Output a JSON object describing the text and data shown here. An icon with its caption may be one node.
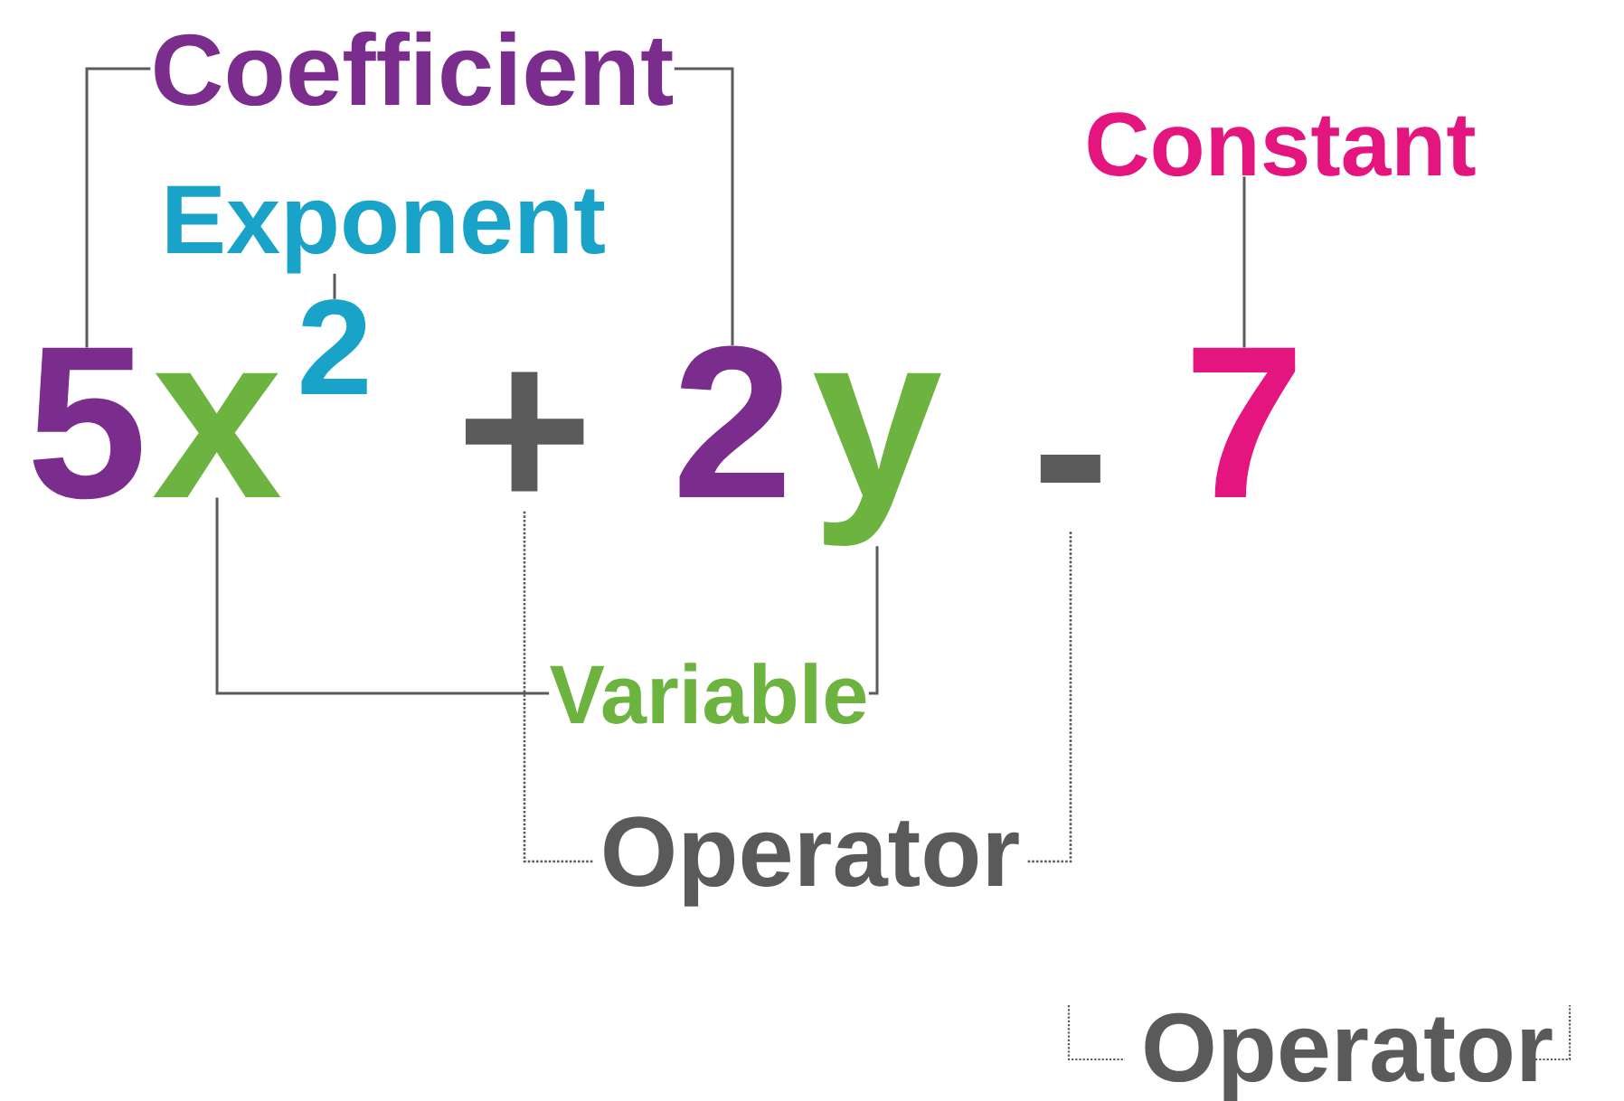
{
  "diagram": {
    "nodes": [
      {
        "text": [
          "Coefficient"
        ]
      },
      {
        "text": [
          "Exponent"
        ]
      },
      {
        "text": [
          "5"
        ]
      },
      {
        "text": [
          "x"
        ]
      },
      {
        "text": [
          "2"
        ]
      },
      {
        "text": [
          "+"
        ]
      },
      {
        "text": [
          "2"
        ]
      },
      {
        "text": [
          "y"
        ]
      },
      {
        "text": [
          "-"
        ]
      },
      {
        "text": [
          "7"
        ]
      },
      {
        "text": [
          "Constant"
        ]
      },
      {
        "text": [
          "Variable"
        ]
      },
      {
        "text": [
          "Operator"
        ]
      },
      {
        "text": [
          "Operator"
        ]
      }
    ],
    "edges": [
      {
        "from": 0,
        "to": 2,
        "arrow": "none"
      },
      {
        "from": 0,
        "to": 6,
        "arrow": "none"
      },
      {
        "from": 1,
        "to": 4,
        "arrow": "none"
      },
      {
        "from": 10,
        "to": 9,
        "arrow": "none"
      },
      {
        "from": 11,
        "to": 3,
        "arrow": "none"
      },
      {
        "from": 11,
        "to": 7,
        "arrow": "none"
      },
      {
        "from": 12,
        "to": 5,
        "arrow": "none",
        "style": "dashed"
      },
      {
        "from": 12,
        "to": 8,
        "arrow": "none",
        "style": "dashed"
      }
    ]
  }
}
